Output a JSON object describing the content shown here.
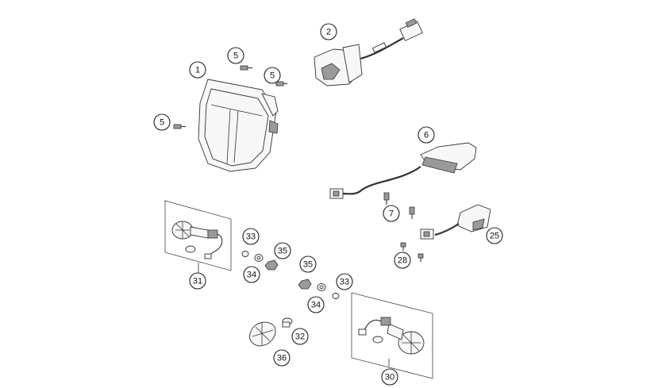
{
  "callouts": [
    {
      "id": "headlight",
      "label": "1"
    },
    {
      "id": "bulb-harness",
      "label": "2"
    },
    {
      "id": "screw-a",
      "label": "5"
    },
    {
      "id": "screw-b",
      "label": "5"
    },
    {
      "id": "screw-c",
      "label": "5"
    },
    {
      "id": "tail-light",
      "label": "6"
    },
    {
      "id": "tail-screw",
      "label": "7"
    },
    {
      "id": "plate-light",
      "label": "25"
    },
    {
      "id": "plate-screw",
      "label": "28"
    },
    {
      "id": "rear-left-indicator",
      "label": "31"
    },
    {
      "id": "washer-a",
      "label": "33"
    },
    {
      "id": "spacer-a",
      "label": "34"
    },
    {
      "id": "nut-a",
      "label": "35"
    },
    {
      "id": "nut-b",
      "label": "35"
    },
    {
      "id": "washer-b",
      "label": "33"
    },
    {
      "id": "spacer-b",
      "label": "34"
    },
    {
      "id": "bulb",
      "label": "32"
    },
    {
      "id": "lens",
      "label": "36"
    },
    {
      "id": "rear-right-indicator",
      "label": "30"
    }
  ]
}
